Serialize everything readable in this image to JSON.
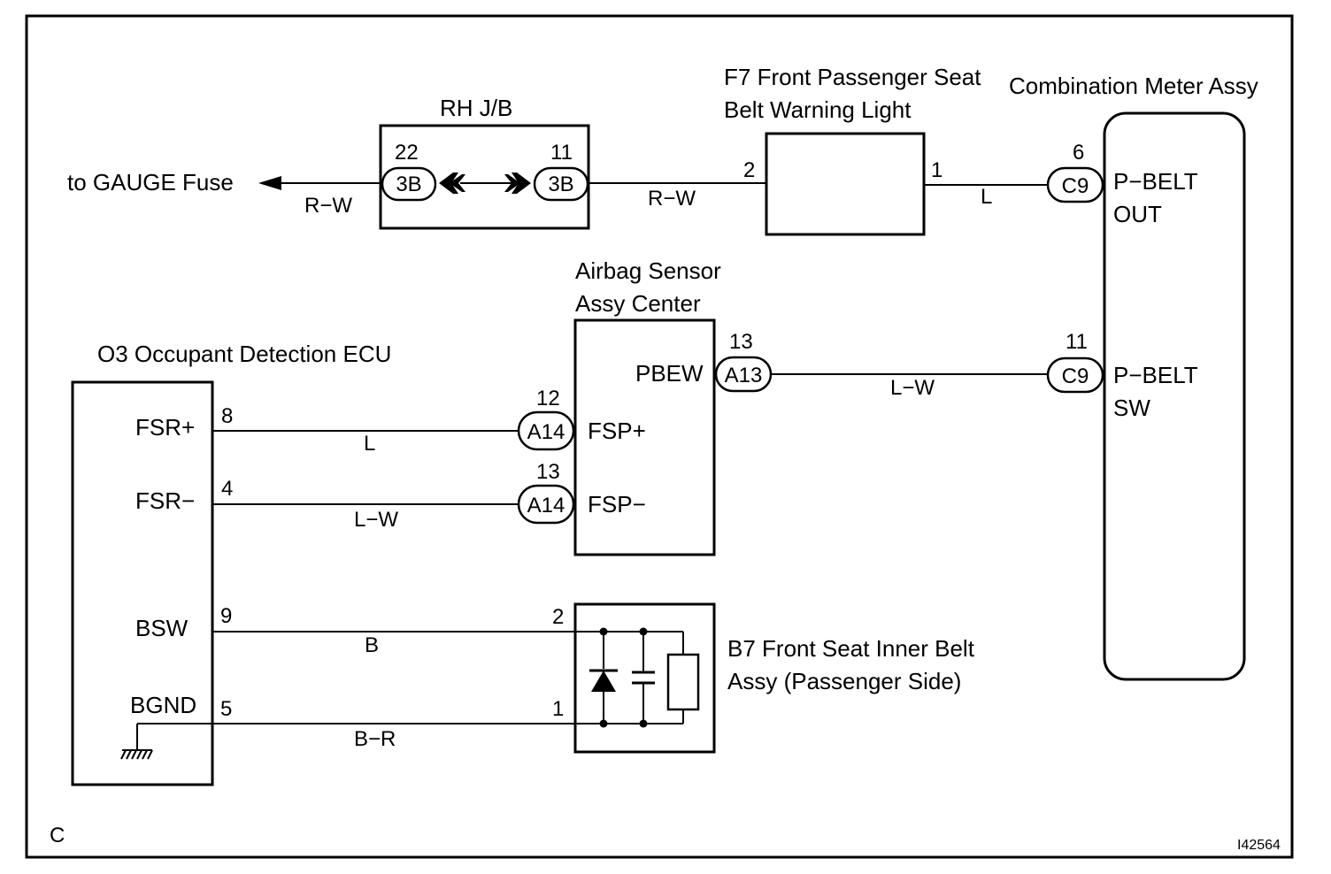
{
  "diagram": {
    "frame_label": "C",
    "drawing_id": "I42564"
  },
  "components": {
    "gauge_fuse": {
      "label": "to GAUGE Fuse"
    },
    "rh_jb": {
      "label": "RH J/B"
    },
    "warning_light": {
      "line1": "F7 Front Passenger Seat",
      "line2": "Belt Warning Light"
    },
    "combination_meter": {
      "label": "Combination Meter Assy"
    },
    "airbag_sensor": {
      "line1": "Airbag Sensor",
      "line2": "Assy Center"
    },
    "occupant_ecu": {
      "label": "O3 Occupant Detection ECU"
    },
    "belt_assy": {
      "line1": "B7 Front Seat Inner Belt",
      "line2": "Assy (Passenger Side)"
    }
  },
  "terminals": {
    "meter_pbelt_out_1": "P−BELT",
    "meter_pbelt_out_2": "OUT",
    "meter_pbelt_sw_1": "P−BELT",
    "meter_pbelt_sw_2": "SW",
    "airbag_pbew": "PBEW",
    "airbag_fsp_plus": "FSP+",
    "airbag_fsp_minus": "FSP−",
    "ecu_fsr_plus": "FSR+",
    "ecu_fsr_minus": "FSR−",
    "ecu_bsw": "BSW",
    "ecu_bgnd": "BGND"
  },
  "connectors": {
    "jb_left": {
      "code": "3B",
      "pin": "22"
    },
    "jb_right": {
      "code": "3B",
      "pin": "11"
    },
    "meter_top": {
      "code": "C9",
      "pin": "6"
    },
    "meter_mid": {
      "code": "C9",
      "pin": "11"
    },
    "airbag_pbew": {
      "code": "A13",
      "pin": "13"
    },
    "airbag_fsp_plus": {
      "code": "A14",
      "pin": "12"
    },
    "airbag_fsp_minus": {
      "code": "A14",
      "pin": "13"
    }
  },
  "pins": {
    "light_in": "2",
    "light_out": "1",
    "ecu_fsr_plus": "8",
    "ecu_fsr_minus": "4",
    "ecu_bsw": "9",
    "ecu_bgnd": "5",
    "belt_top": "2",
    "belt_bottom": "1"
  },
  "wire_colors": {
    "fuse_to_jb": "R−W",
    "jb_to_light": "R−W",
    "light_to_meter": "L",
    "pbew_to_meter": "L−W",
    "fsr_plus": "L",
    "fsr_minus": "L−W",
    "bsw": "B",
    "bgnd": "B−R"
  }
}
